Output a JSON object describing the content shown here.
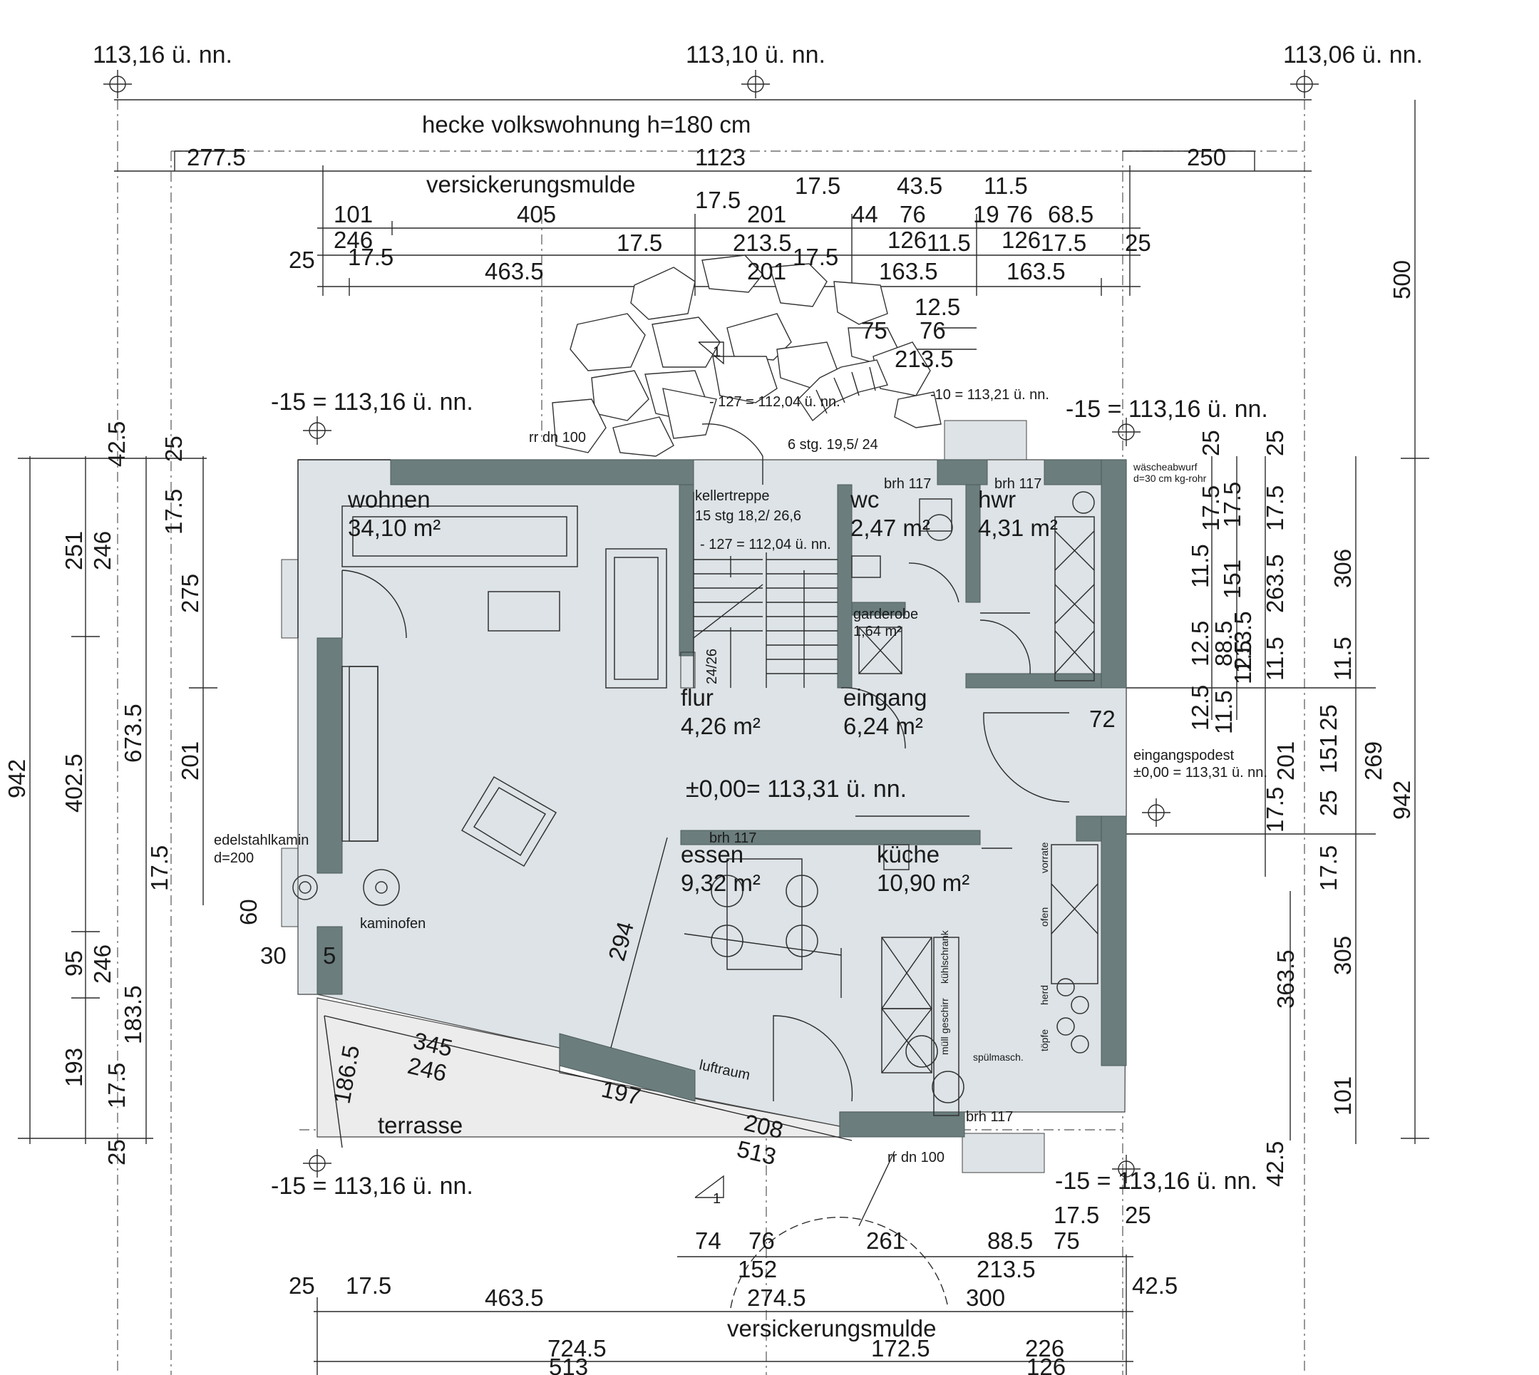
{
  "levels": {
    "top_left": "113,16 ü. nn.",
    "top_mid": "113,10 ü. nn.",
    "top_right": "113,06 ü. nn.",
    "nw": "-15 = 113,16 ü. nn.",
    "ne": "-15 = 113,16 ü. nn.",
    "sw": "-15 = 113,16 ü. nn.",
    "se": "-15 = 113,16 ü. nn.",
    "stair_top": "- 127 = 112,04 ü. nn.",
    "stair_inner": "- 127 = 112,04 ü. nn.",
    "entry_top": "-10 = 113,21 ü. nn.",
    "ground": "±0,00= 113,31 ü. nn.",
    "podest": "±0,00 = 113,31 ü. nn."
  },
  "labels": {
    "hecke": "hecke volkswohnung  h=180 cm",
    "mulde_top": "versickerungsmulde",
    "mulde_bottom": "versickerungsmulde",
    "stufen": "6 stg. 19,5/ 24",
    "rr_top": "rr dn 100",
    "rr_bottom": "rr dn 100",
    "waescheabwurf": "wäscheabwurf",
    "waescheabwurf_d": "d=30 cm kg-rohr",
    "kellertreppe": "kellertreppe",
    "kellertreppe_stg": "15 stg 18,2/ 26,6",
    "edelstahlkamin": "edelstahlkamin",
    "edelstahlkamin_d": "d=200",
    "kaminofen": "kaminofen",
    "eingangspodest": "eingangspodest",
    "luftraum": "luftraum",
    "terrasse": "terrasse",
    "slope_top": "1",
    "slope_bottom": "1",
    "stair_dims": "24/26",
    "brh": "brh 117"
  },
  "rooms": {
    "wohnen": {
      "name": "wohnen",
      "area": "34,10 m²"
    },
    "wc": {
      "name": "wc",
      "area": "2,47 m²"
    },
    "hwr": {
      "name": "hwr",
      "area": "4,31 m²"
    },
    "garderobe": {
      "name": "garderobe",
      "area": "1,64 m²"
    },
    "flur": {
      "name": "flur",
      "area": "4,26 m²"
    },
    "eingang": {
      "name": "eingang",
      "area": "6,24 m²"
    },
    "essen": {
      "name": "essen",
      "area": "9,32 m²"
    },
    "kueche": {
      "name": "küche",
      "area": "10,90 m²"
    }
  },
  "kitchen": {
    "vorrat": "vorrate",
    "ofen": "ofen",
    "herd": "herd",
    "toepfe": "töpfe",
    "kuehlschrank": "kühlschrank",
    "geschirr": "geschirr",
    "muell": "müll",
    "spuelmasch": "spülmasch."
  },
  "dims": {
    "top1": [
      "277.5",
      "1123",
      "250"
    ],
    "top2": [
      "101",
      "405",
      "17.5",
      "201",
      "44",
      "76",
      "19",
      "76",
      "68.5"
    ],
    "top2b": [
      "17.5",
      "43.5",
      "11.5"
    ],
    "top3": [
      "246",
      "17.5",
      "213.5",
      "126",
      "11.5",
      "126",
      "17.5",
      "25"
    ],
    "top4": [
      "25",
      "17.5",
      "463.5",
      "201",
      "17.5",
      "163.5",
      "163.5"
    ],
    "entry": [
      "12.5",
      "76",
      "75",
      "213.5"
    ],
    "left_outer": [
      "942"
    ],
    "left_2": [
      "251",
      "402.5",
      "95",
      "193"
    ],
    "left_3": [
      "42.5",
      "246",
      "673.5",
      "246",
      "183.5",
      "17.5",
      "25"
    ],
    "left_4": [
      "25",
      "17.5",
      "275",
      "201",
      "17.5"
    ],
    "left_small": [
      "60",
      "30",
      "5"
    ],
    "right_1": [
      "25",
      "17.5",
      "11.5",
      "17.5",
      "151",
      "12.5",
      "88.5",
      "213.5",
      "11.5",
      "12.5",
      "11.5",
      "72"
    ],
    "right_2": [
      "25",
      "17.5",
      "263.5",
      "11.5",
      "25",
      "151",
      "201",
      "25",
      "17.5",
      "17.5",
      "363.5",
      "42.5"
    ],
    "right_3": [
      "306",
      "11.5",
      "269",
      "305",
      "101"
    ],
    "right_outer": [
      "500",
      "942"
    ],
    "diag": [
      "294",
      "186.5",
      "345",
      "246",
      "197",
      "208",
      "513"
    ],
    "bot1": [
      "74",
      "76",
      "261",
      "88.5",
      "17.5",
      "75",
      "25"
    ],
    "bot2": [
      "152",
      "213.5"
    ],
    "bot3": [
      "25",
      "17.5",
      "463.5",
      "274.5",
      "300",
      "42.5"
    ],
    "bot4": [
      "724.5",
      "172.5",
      "226"
    ],
    "bot5": [
      "513",
      "126"
    ]
  }
}
